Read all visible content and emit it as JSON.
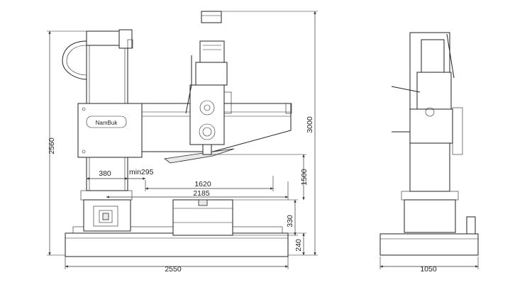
{
  "brand_plate": "NamBuk",
  "dimensions": {
    "total_height": "2560",
    "max_height": "3000",
    "column_offset": "380",
    "min_reach": "min295",
    "arm_travel": "1620",
    "max_reach": "2185",
    "max_spindle_to_base": "1500",
    "table_height": "330",
    "base_height": "240",
    "base_length": "2550",
    "base_width": "1050"
  }
}
